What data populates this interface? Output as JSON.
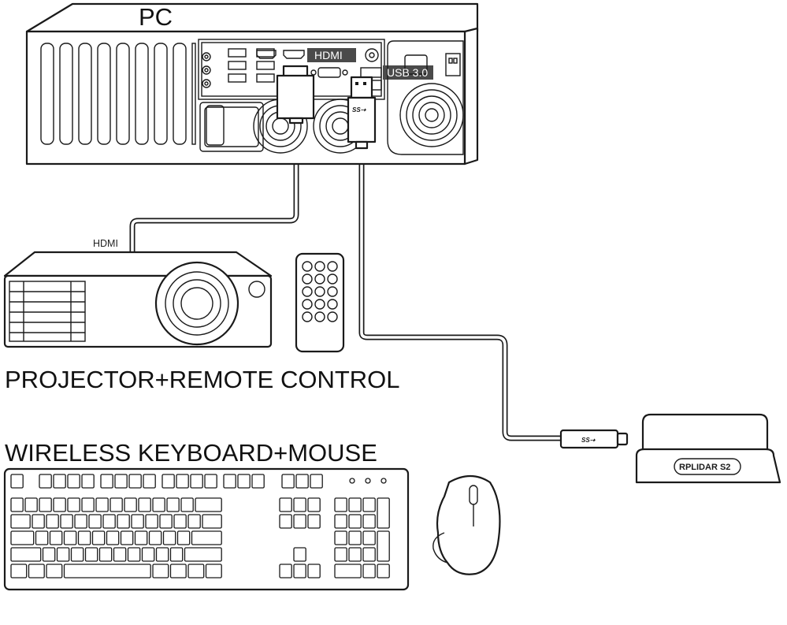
{
  "labels": {
    "pc": "PC",
    "hdmi_port": "HDMI",
    "usb_port": "USB 3.0",
    "hdmi_cable": "HDMI",
    "projector_section": "PROJECTOR+REMOTE CONTROL",
    "keyboard_section": "WIRELESS KEYBOARD+MOUSE",
    "lidar_model": "RPLIDAR S2",
    "usb_logo": "SS⇢"
  },
  "colors": {
    "line": "#1a1a1a",
    "port_label_bg": "#4a4a4a",
    "background": "#ffffff"
  },
  "icons": [
    "pc-tower-icon",
    "projector-icon",
    "remote-control-icon",
    "keyboard-icon",
    "mouse-icon",
    "lidar-sensor-icon",
    "hdmi-plug-icon",
    "usb-plug-icon"
  ]
}
